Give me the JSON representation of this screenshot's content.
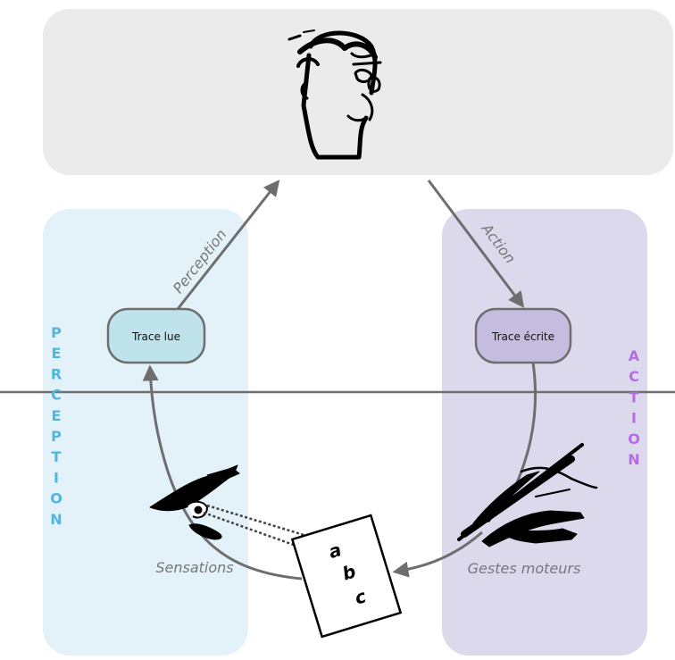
{
  "labels": {
    "perception_arrow": "Perception",
    "action_arrow": "Action",
    "trace_lue": "Trace lue",
    "trace_ecrite": "Trace écrite",
    "sensations": "Sensations",
    "gestes": "Gestes moteurs"
  },
  "paper_letters": [
    "a",
    "b",
    "c"
  ],
  "side_left": [
    "P",
    "E",
    "R",
    "C",
    "E",
    "P",
    "T",
    "I",
    "O",
    "N"
  ],
  "side_right": [
    "A",
    "C",
    "T",
    "I",
    "O",
    "N"
  ],
  "colors": {
    "top_panel": "#ebebeb",
    "perception_panel": "#e3f1f9",
    "action_panel": "#dcd9ec",
    "trace_lue_fill": "#bfe3ea",
    "trace_ecrite_fill": "#c5bde0",
    "perception_text": "#4fb6e0",
    "action_text": "#b56ae6",
    "arrow": "#6e6e6e"
  }
}
